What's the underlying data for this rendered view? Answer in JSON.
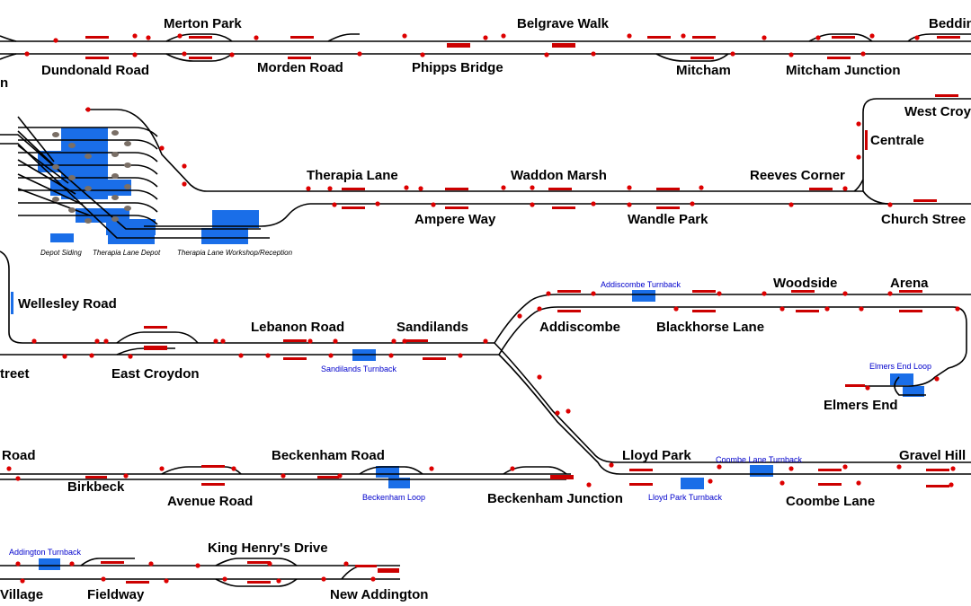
{
  "colors": {
    "track": "#000000",
    "platform": "#cc0000",
    "signal": "#dd0000",
    "siding": "#1a6ee8",
    "turnback_text": "#0000cc",
    "tram": "#7a6f66"
  },
  "stations": [
    {
      "id": "merton-park",
      "name": "Merton Park"
    },
    {
      "id": "dundonald-road",
      "name": "Dundonald Road"
    },
    {
      "id": "morden-road",
      "name": "Morden Road"
    },
    {
      "id": "belgrave-walk",
      "name": "Belgrave Walk"
    },
    {
      "id": "phipps-bridge",
      "name": "Phipps Bridge"
    },
    {
      "id": "mitcham",
      "name": "Mitcham"
    },
    {
      "id": "mitcham-junction",
      "name": "Mitcham Junction"
    },
    {
      "id": "beddington",
      "name": "Beddin"
    },
    {
      "id": "wimbledon-fragment",
      "name": "n"
    },
    {
      "id": "therapia-lane",
      "name": "Therapia Lane"
    },
    {
      "id": "ampere-way",
      "name": "Ampere Way"
    },
    {
      "id": "waddon-marsh",
      "name": "Waddon Marsh"
    },
    {
      "id": "wandle-park",
      "name": "Wandle Park"
    },
    {
      "id": "reeves-corner",
      "name": "Reeves Corner"
    },
    {
      "id": "west-croydon",
      "name": "West Croy"
    },
    {
      "id": "centrale",
      "name": "Centrale"
    },
    {
      "id": "church-street",
      "name": "Church Stree"
    },
    {
      "id": "wellesley-road",
      "name": "Wellesley Road"
    },
    {
      "id": "george-street",
      "name": "treet"
    },
    {
      "id": "east-croydon",
      "name": "East Croydon"
    },
    {
      "id": "lebanon-road",
      "name": "Lebanon Road"
    },
    {
      "id": "sandilands",
      "name": "Sandilands"
    },
    {
      "id": "addiscombe",
      "name": "Addiscombe"
    },
    {
      "id": "blackhorse-lane",
      "name": "Blackhorse Lane"
    },
    {
      "id": "woodside",
      "name": "Woodside"
    },
    {
      "id": "arena",
      "name": "Arena"
    },
    {
      "id": "elmers-end",
      "name": "Elmers End"
    },
    {
      "id": "harrington-road",
      "name": "Road"
    },
    {
      "id": "birkbeck",
      "name": "Birkbeck"
    },
    {
      "id": "avenue-road",
      "name": "Avenue Road"
    },
    {
      "id": "beckenham-road",
      "name": "Beckenham Road"
    },
    {
      "id": "beckenham-junction",
      "name": "Beckenham Junction"
    },
    {
      "id": "lloyd-park",
      "name": "Lloyd Park"
    },
    {
      "id": "coombe-lane",
      "name": "Coombe Lane"
    },
    {
      "id": "gravel-hill",
      "name": "Gravel Hill"
    },
    {
      "id": "king-henrys-drive",
      "name": "King Henry's Drive"
    },
    {
      "id": "addington-village",
      "name": "Village"
    },
    {
      "id": "fieldway",
      "name": "Fieldway"
    },
    {
      "id": "new-addington",
      "name": "New Addington"
    }
  ],
  "turnbacks": [
    {
      "id": "addiscombe-turnback",
      "name": "Addiscombe Turnback"
    },
    {
      "id": "sandilands-turnback",
      "name": "Sandilands Turnback"
    },
    {
      "id": "elmers-end-loop",
      "name": "Elmers End Loop"
    },
    {
      "id": "beckenham-loop",
      "name": "Beckenham Loop"
    },
    {
      "id": "coombe-lane-turnback",
      "name": "Coombe Lane Turnback"
    },
    {
      "id": "lloyd-park-turnback",
      "name": "Lloyd Park Turnback"
    },
    {
      "id": "addington-turnback",
      "name": "Addington Turnback"
    }
  ],
  "depot": {
    "depot_siding": "Depot Siding",
    "therapia_lane_depot": "Therapia Lane Depot",
    "workshop": "Therapia Lane Workshop/Reception"
  }
}
